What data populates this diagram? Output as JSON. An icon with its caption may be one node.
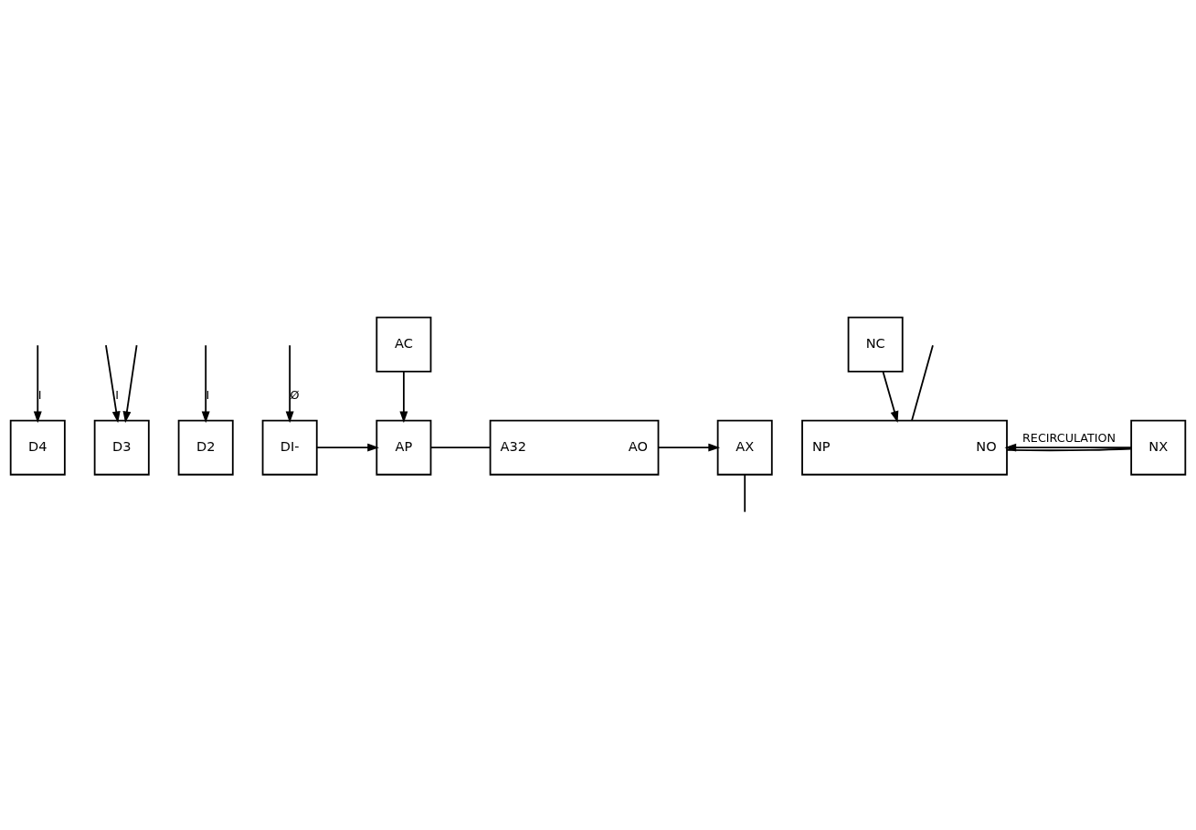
{
  "diagram": {
    "nodes": [
      {
        "text": [
          "D4"
        ]
      },
      {
        "text": [
          "D3"
        ]
      },
      {
        "text": [
          "D2"
        ]
      },
      {
        "text": [
          "DI-"
        ]
      },
      {
        "text": [
          "AC"
        ]
      },
      {
        "text": [
          "AP"
        ]
      },
      {
        "text": [
          "A32",
          "AO"
        ]
      },
      {
        "text": [
          "AX"
        ]
      },
      {
        "text": [
          "NC"
        ]
      },
      {
        "text": [
          "NP",
          "NO"
        ]
      },
      {
        "text": [
          "NX"
        ]
      }
    ],
    "edges": [
      {
        "from": null,
        "to": 0,
        "arrow": "to",
        "label": "I"
      },
      {
        "from": null,
        "to": 1,
        "arrow": "to",
        "label": "I"
      },
      {
        "from": null,
        "to": 2,
        "arrow": "to",
        "label": "I"
      },
      {
        "from": null,
        "to": 3,
        "arrow": "to",
        "label": "Ø"
      },
      {
        "from": 3,
        "to": 5,
        "arrow": "to"
      },
      {
        "from": 4,
        "to": 5,
        "arrow": "to"
      },
      {
        "from": 5,
        "to": 6,
        "arrow": "none"
      },
      {
        "from": 6,
        "to": 7,
        "arrow": "to"
      },
      {
        "from": 7,
        "to": null,
        "arrow": "none"
      },
      {
        "from": null,
        "to": 1,
        "arrow": "to"
      },
      {
        "from": null,
        "to": 9,
        "arrow": "none"
      },
      {
        "from": 8,
        "to": 9,
        "arrow": "to"
      },
      {
        "from": 9,
        "to": 10,
        "arrow": "none"
      },
      {
        "from": 10,
        "to": 9,
        "arrow": "to",
        "label": "RECIRCULATION"
      }
    ]
  }
}
